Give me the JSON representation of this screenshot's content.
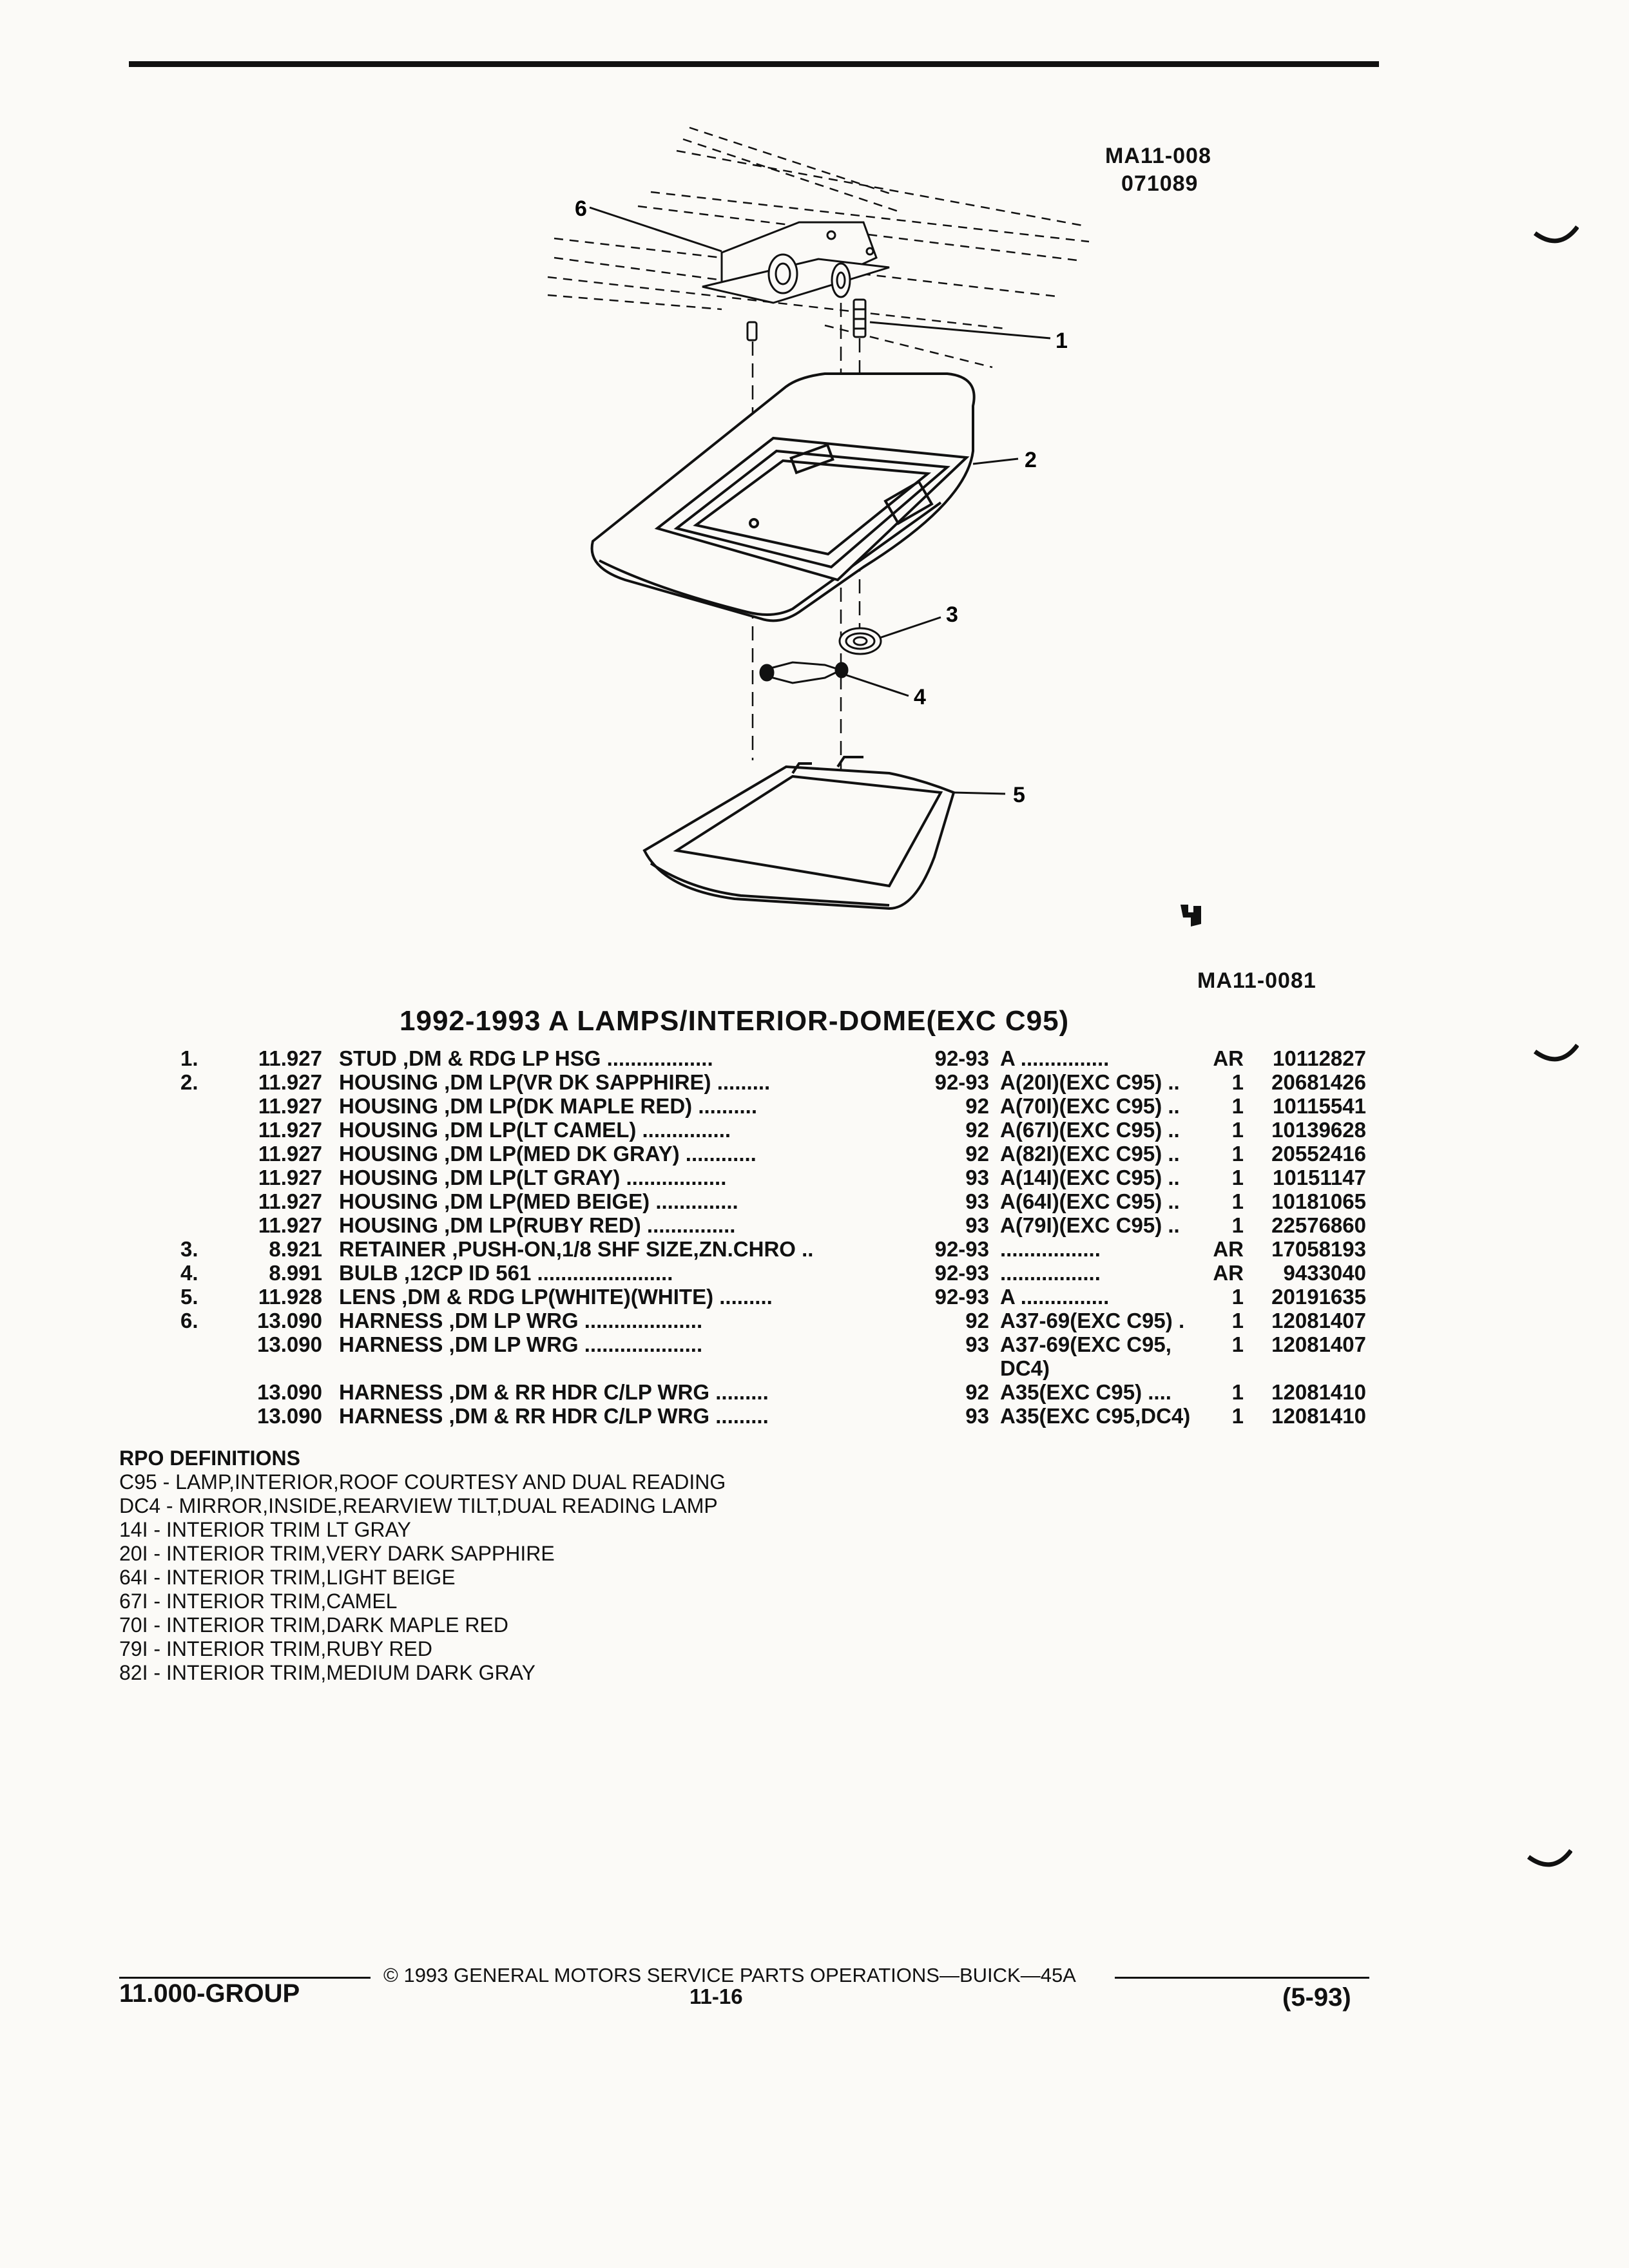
{
  "figure": {
    "code": "MA11-008",
    "date": "071089",
    "ref": "MA11-0081",
    "callouts": [
      "1",
      "2",
      "3",
      "4",
      "5",
      "6"
    ]
  },
  "title": "1992-1993 A LAMPS/INTERIOR-DOME(EXC C95)",
  "parts": [
    {
      "num": "1.",
      "group": "11.927",
      "desc": "STUD ,DM & RDG LP HSG ..................",
      "years": "92-93",
      "app": "A ...............",
      "qty": "AR",
      "pn": "10112827"
    },
    {
      "num": "2.",
      "group": "11.927",
      "desc": "HOUSING ,DM LP(VR DK SAPPHIRE) .........",
      "years": "92-93",
      "app": "A(20I)(EXC C95) ..",
      "qty": "1",
      "pn": "20681426"
    },
    {
      "num": "",
      "group": "11.927",
      "desc": "HOUSING ,DM LP(DK MAPLE RED) ..........",
      "years": "92",
      "app": "A(70I)(EXC C95) ..",
      "qty": "1",
      "pn": "10115541"
    },
    {
      "num": "",
      "group": "11.927",
      "desc": "HOUSING ,DM LP(LT CAMEL) ...............",
      "years": "92",
      "app": "A(67I)(EXC C95) ..",
      "qty": "1",
      "pn": "10139628"
    },
    {
      "num": "",
      "group": "11.927",
      "desc": "HOUSING ,DM LP(MED DK GRAY) ............",
      "years": "92",
      "app": "A(82I)(EXC C95) ..",
      "qty": "1",
      "pn": "20552416"
    },
    {
      "num": "",
      "group": "11.927",
      "desc": "HOUSING ,DM LP(LT GRAY) .................",
      "years": "93",
      "app": "A(14I)(EXC C95) ..",
      "qty": "1",
      "pn": "10151147"
    },
    {
      "num": "",
      "group": "11.927",
      "desc": "HOUSING ,DM LP(MED BEIGE) ..............",
      "years": "93",
      "app": "A(64I)(EXC C95) ..",
      "qty": "1",
      "pn": "10181065"
    },
    {
      "num": "",
      "group": "11.927",
      "desc": "HOUSING ,DM LP(RUBY RED) ...............",
      "years": "93",
      "app": "A(79I)(EXC C95) ..",
      "qty": "1",
      "pn": "22576860"
    },
    {
      "num": "3.",
      "group": "8.921",
      "desc": "RETAINER ,PUSH-ON,1/8 SHF SIZE,ZN.CHRO ..",
      "years": "92-93",
      "app": ".................",
      "qty": "AR",
      "pn": "17058193"
    },
    {
      "num": "4.",
      "group": "8.991",
      "desc": "BULB ,12CP ID 561 .......................",
      "years": "92-93",
      "app": ".................",
      "qty": "AR",
      "pn": "9433040"
    },
    {
      "num": "5.",
      "group": "11.928",
      "desc": "LENS ,DM & RDG LP(WHITE)(WHITE) .........",
      "years": "92-93",
      "app": "A ...............",
      "qty": "1",
      "pn": "20191635"
    },
    {
      "num": "6.",
      "group": "13.090",
      "desc": "HARNESS ,DM LP WRG ....................",
      "years": "92",
      "app": "A37-69(EXC C95) .",
      "qty": "1",
      "pn": "12081407"
    },
    {
      "num": "",
      "group": "13.090",
      "desc": "HARNESS ,DM LP WRG ....................",
      "years": "93",
      "app": "A37-69(EXC C95,",
      "app2": "DC4)",
      "qty": "1",
      "pn": "12081407"
    },
    {
      "num": "",
      "group": "13.090",
      "desc": "HARNESS ,DM & RR HDR C/LP WRG .........",
      "years": "92",
      "app": "A35(EXC C95) ....",
      "qty": "1",
      "pn": "12081410"
    },
    {
      "num": "",
      "group": "13.090",
      "desc": "HARNESS ,DM & RR HDR C/LP WRG .........",
      "years": "93",
      "app": "A35(EXC C95,DC4)",
      "qty": "1",
      "pn": "12081410"
    }
  ],
  "rpo": {
    "title": "RPO DEFINITIONS",
    "items": [
      "C95 - LAMP,INTERIOR,ROOF COURTESY AND DUAL READING",
      "DC4 - MIRROR,INSIDE,REARVIEW TILT,DUAL READING LAMP",
      "14I - INTERIOR TRIM LT GRAY",
      "20I - INTERIOR TRIM,VERY DARK SAPPHIRE",
      "64I - INTERIOR TRIM,LIGHT BEIGE",
      "67I - INTERIOR TRIM,CAMEL",
      "70I - INTERIOR TRIM,DARK MAPLE RED",
      "79I - INTERIOR TRIM,RUBY RED",
      "82I - INTERIOR TRIM,MEDIUM DARK GRAY"
    ]
  },
  "footer": {
    "copyright": "© 1993 GENERAL MOTORS SERVICE PARTS OPERATIONS—BUICK—45A",
    "group": "11.000-GROUP",
    "page": "11-16",
    "rev": "(5-93)"
  }
}
